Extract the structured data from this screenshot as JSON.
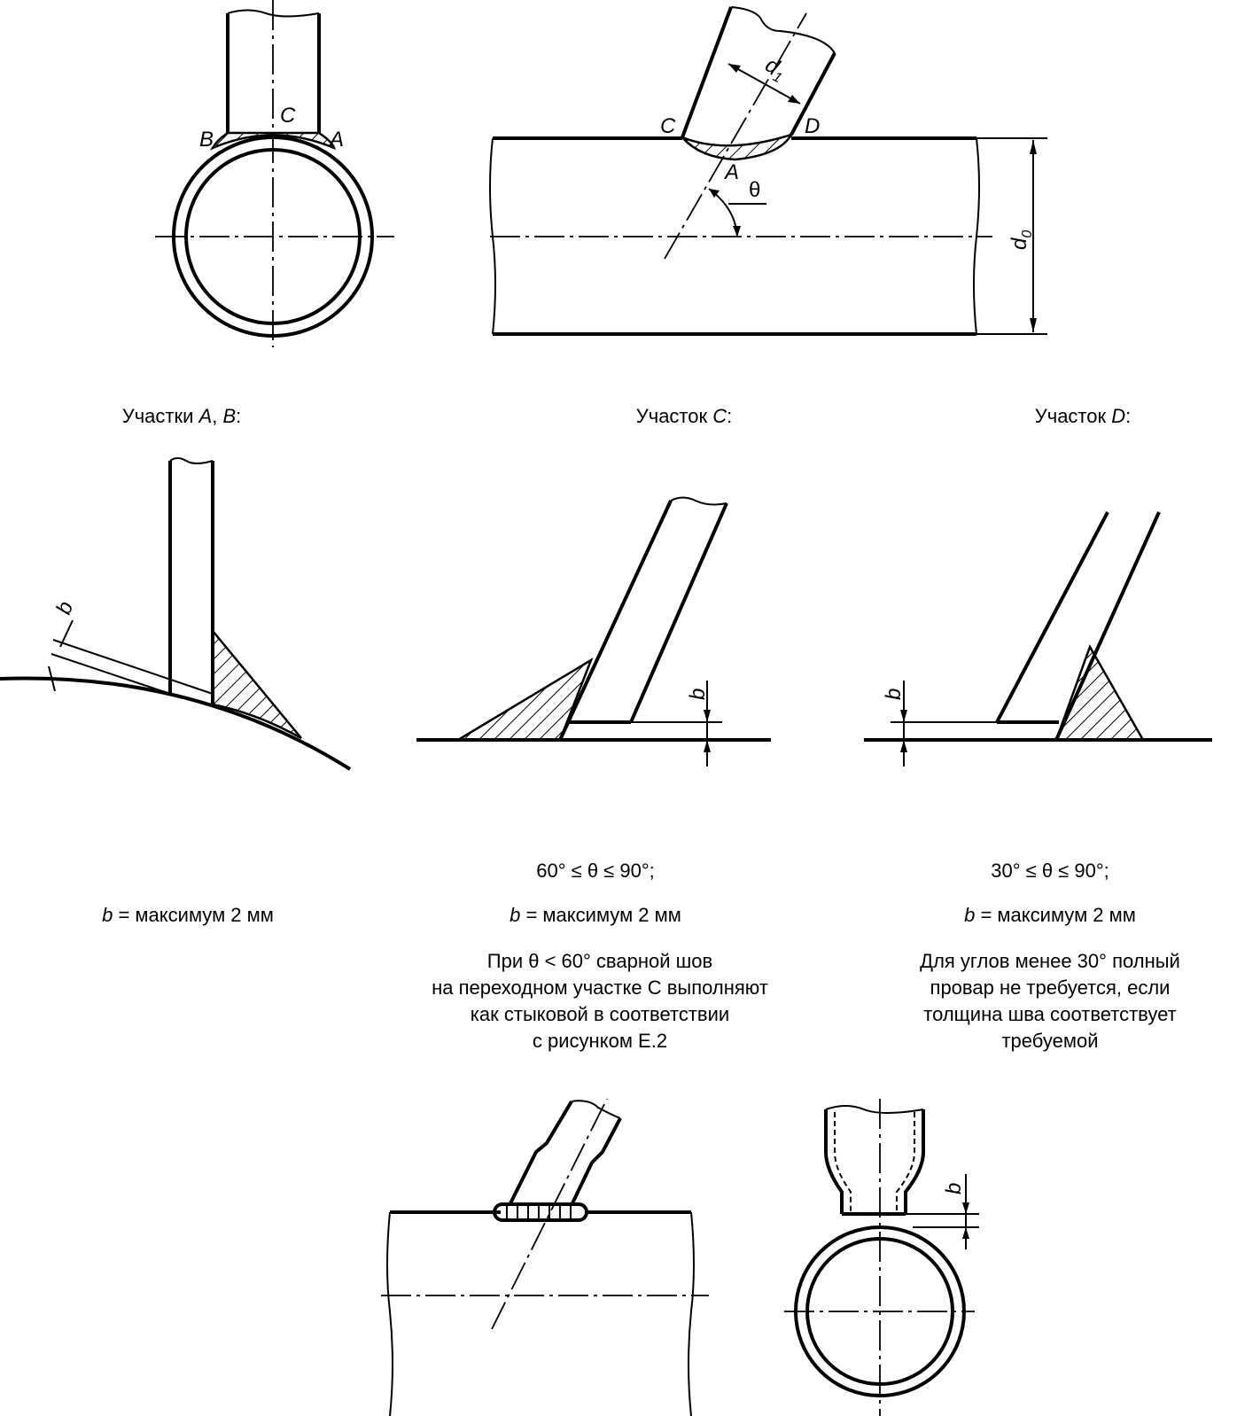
{
  "top": {
    "labels": {
      "A": "A",
      "B": "B",
      "C": "C",
      "D": "D",
      "A2": "A",
      "theta": "θ",
      "d1": "d",
      "d1_sub": "1",
      "d0": "d",
      "d0_sub": "0"
    }
  },
  "sections": {
    "ab": {
      "prefix": "Участки ",
      "a": "A",
      "sep": ", ",
      "b": "B",
      "suffix": ":",
      "formula_b": "b",
      "formula_rest": " = максимум 2 мм",
      "dim": "b"
    },
    "c": {
      "prefix": "Участок ",
      "letter": "C",
      "suffix": ":",
      "angle": "60° ≤ θ ≤ 90°;",
      "formula_b": "b",
      "formula_rest": " = максимум 2 мм",
      "dim": "b",
      "note": [
        "При θ < 60° сварной шов",
        "на переходном участке С выполняют",
        "как стыковой в соответствии",
        "с рисунком Е.2"
      ]
    },
    "d": {
      "prefix": "Участок ",
      "letter": "D",
      "suffix": ":",
      "angle": "30° ≤ θ ≤ 90°;",
      "formula_b": "b",
      "formula_rest": " = максимум 2 мм",
      "dim": "b",
      "note": [
        "Для углов менее 30° полный",
        "провар не требуется, если",
        "толщина шва соответствует",
        "требуемой"
      ]
    }
  },
  "bottom": {
    "dim": "b"
  }
}
